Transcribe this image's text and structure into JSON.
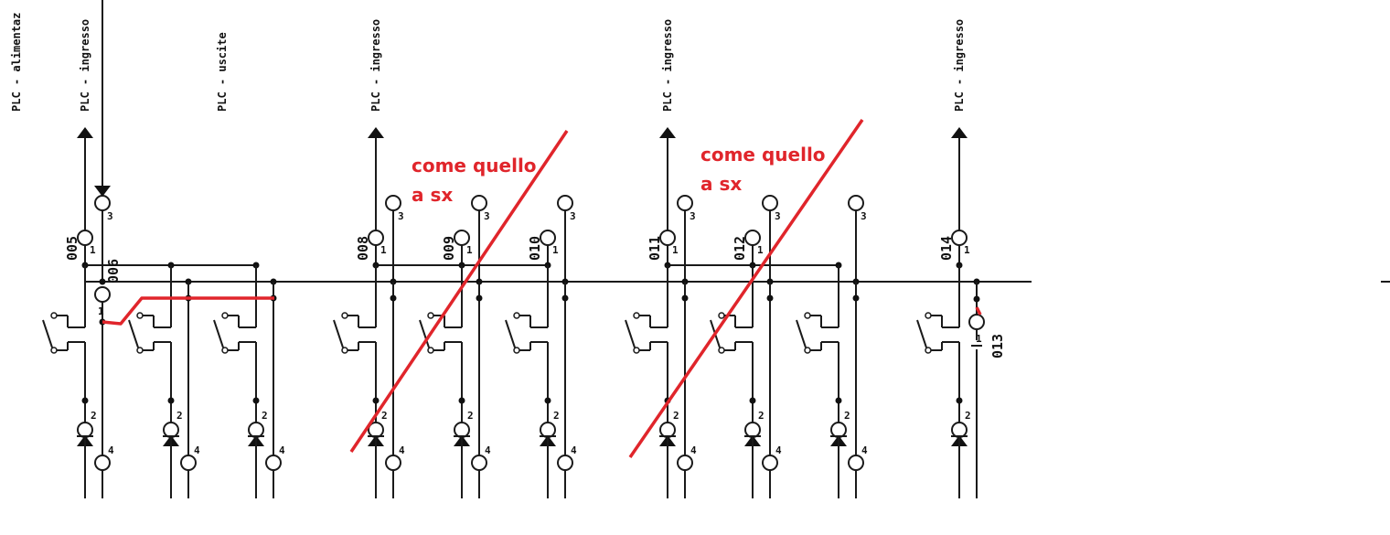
{
  "headers": [
    {
      "text": "PLC - alimentaz"
    },
    {
      "text": "PLC - ingresso"
    },
    {
      "text": "PLC - uscite"
    },
    {
      "text": "PLC - ingresso"
    },
    {
      "text": "PLC - ingresso"
    },
    {
      "text": "PLC - ingresso"
    }
  ],
  "terminal_numbers": {
    "t1": "1",
    "t2": "2",
    "t3": "3",
    "t4": "4"
  },
  "input_labels": {
    "i005": "005",
    "i006": "006",
    "i008": "008",
    "i009": "009",
    "i010": "010",
    "i011": "011",
    "i012": "012",
    "i013": "013",
    "i014": "014"
  },
  "annotations": [
    {
      "line1": "come quello",
      "line2": "a sx"
    },
    {
      "line1": "come quello",
      "line2": "a sx"
    }
  ],
  "colors": {
    "wire": "#1a1a1a",
    "annotation": "#e0252b"
  }
}
